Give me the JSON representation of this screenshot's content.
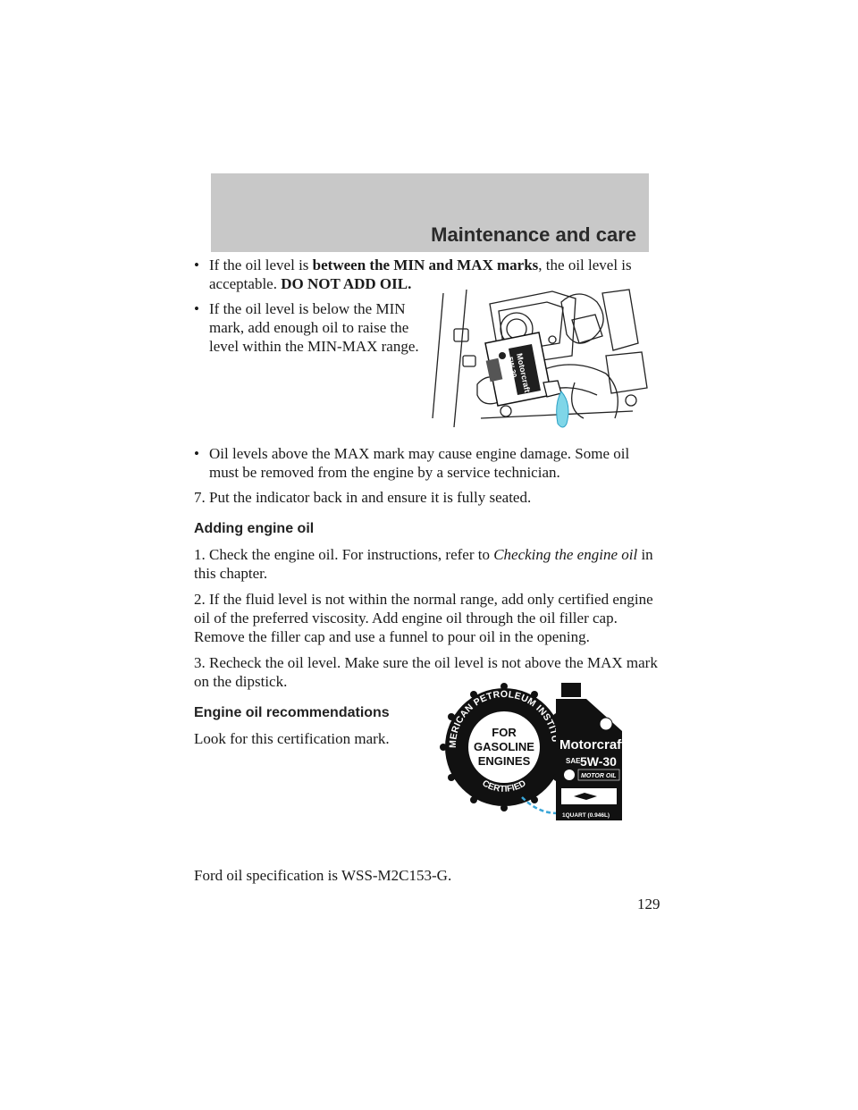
{
  "header": {
    "title": "Maintenance and care"
  },
  "bullets_top": [
    {
      "pre": "If the oil level is ",
      "bold": "between the MIN and MAX marks",
      "post": ", the oil level is acceptable. ",
      "bold2": "DO NOT ADD OIL."
    },
    {
      "text": "If the oil level is below the MIN mark, add enough oil to raise the level within the MIN-MAX range."
    },
    {
      "text": "Oil levels above the MAX mark may cause engine damage. Some oil must be removed from the engine by a service technician."
    }
  ],
  "step7": "7. Put the indicator back in and ensure it is fully seated.",
  "section_adding": {
    "heading": "Adding engine oil",
    "step1_pre": "1. Check the engine oil. For instructions, refer to ",
    "step1_italic": "Checking the engine oil",
    "step1_post": " in this chapter.",
    "step2": "2. If the fluid level is not within the normal range, add only certified engine oil of the preferred viscosity. Add engine oil through the oil filler cap. Remove the filler cap and use a funnel to pour oil in the opening.",
    "step3": "3. Recheck the oil level. Make sure the oil level is not above the MAX mark on the dipstick."
  },
  "section_recommendations": {
    "heading": "Engine oil recommendations",
    "cert_text": "Look for this certification mark.",
    "spec": "Ford oil specification is WSS-M2C153-G."
  },
  "engine_bottle": {
    "brand": "Motorcraft",
    "grade": "5W-30"
  },
  "cert_mark": {
    "arc_top": "AMERICAN PETROLEUM INSTITUTE",
    "arc_bottom": "CERTIFIED",
    "line1": "FOR",
    "line2": "GASOLINE",
    "line3": "ENGINES"
  },
  "bottle": {
    "brand": "Motorcraft",
    "sae": "SAE",
    "grade": "5W-30",
    "type": "MOTOR OIL",
    "volume": "1QUART (0.946L)"
  },
  "colors": {
    "header_band": "#c8c8c8",
    "funnel_blue": "#7fd6e8",
    "arrow_blue": "#3aa6d8"
  },
  "page_number": "129"
}
